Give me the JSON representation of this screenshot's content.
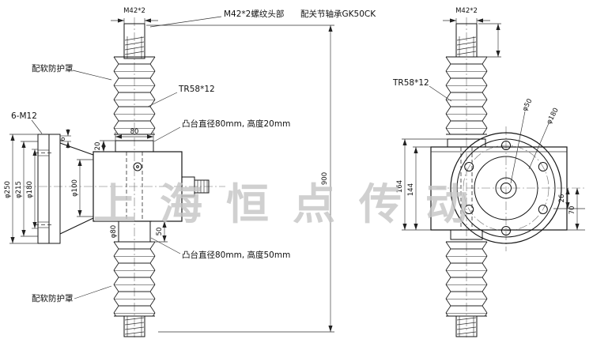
{
  "watermark": "上海恒点传动",
  "header": {
    "thread_head_note": "M42*2螺纹头部",
    "bearing_note": "配关节轴承GK50CK"
  },
  "left_view": {
    "screw_thread": "M42*2",
    "cover_top_label": "配软防护罩",
    "cover_bottom_label": "配软防护罩",
    "lead_screw_label": "TR58*12",
    "bolt_holes_label": "6-M12",
    "boss_top_note": "凸台直径80mm, 高度20mm",
    "boss_bottom_note": "凸台直径80mm, 高度50mm",
    "dims": {
      "flange_od": "φ250",
      "bolt_circle": "φ215",
      "pilot": "φ180",
      "plate_gap": "6",
      "boss_width": "80",
      "boss_height": "20",
      "body_bore": "φ100",
      "overall_length": "900",
      "bottom_boss_dia": "φ80",
      "bottom_boss_height": "50"
    }
  },
  "right_view": {
    "screw_thread": "M42*2",
    "lead_screw_label": "TR58*12",
    "dims": {
      "height_outer": "164",
      "height_inner": "144",
      "center_offset": "26",
      "bottom_offset": "70",
      "shaft_dia": "φ50",
      "pilot_dia": "φ180"
    }
  }
}
